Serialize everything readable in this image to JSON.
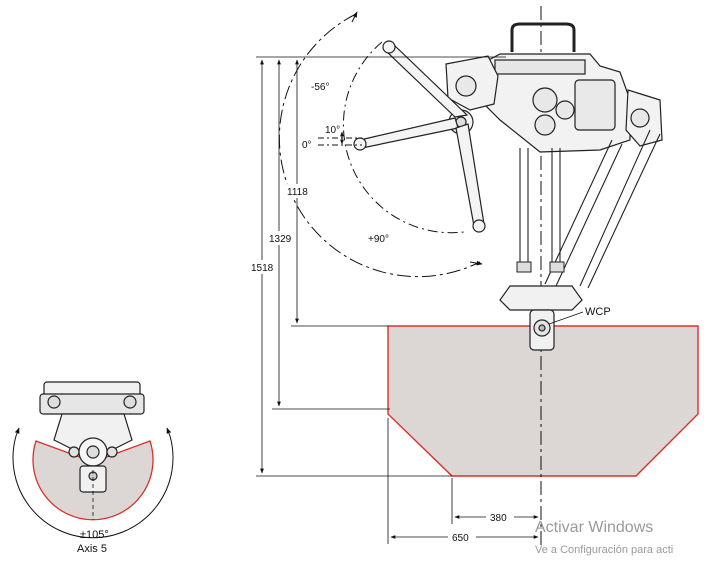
{
  "diagram": {
    "angles": {
      "neg56": "-56°",
      "ten": "10°",
      "zero": "0°",
      "pos90": "+90°"
    },
    "heights": {
      "h1118": "1118",
      "h1329": "1329",
      "h1518": "1518"
    },
    "widths": {
      "w380": "380",
      "w650": "650"
    },
    "wcp_label": "WCP",
    "axis5": {
      "range": "±105°",
      "label": "Axis 5"
    },
    "colors": {
      "workspace_fill": "#dcd7d5",
      "workspace_edge": "#d9302c",
      "line": "#111111"
    }
  },
  "watermark": {
    "title": "Activar Windows",
    "subtitle": "Ve a Configuración para acti"
  }
}
